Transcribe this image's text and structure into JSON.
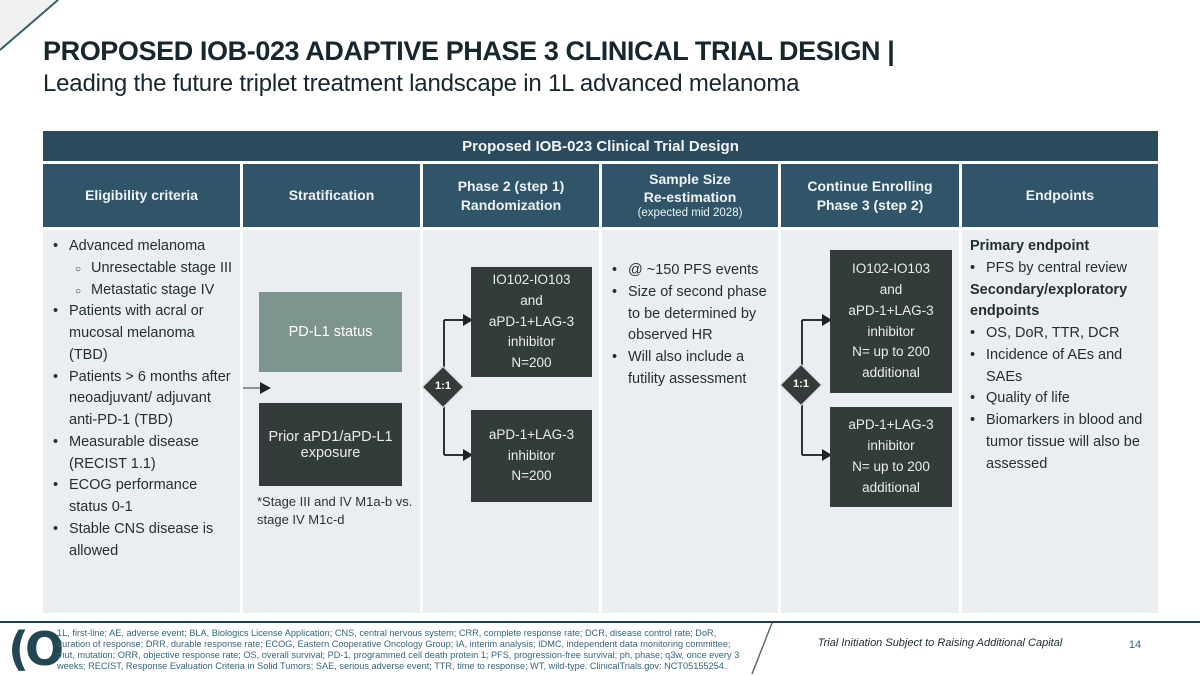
{
  "slide": {
    "title": "PROPOSED IOB-023 ADAPTIVE PHASE 3 CLINICAL TRIAL DESIGN |",
    "subtitle": "Leading the future triplet treatment landscape in 1L advanced melanoma"
  },
  "table": {
    "title": "Proposed IOB-023 Clinical Trial Design",
    "headers": {
      "eligibility": "Eligibility criteria",
      "stratification": "Stratification",
      "randomization": "Phase 2 (step 1)\nRandomization",
      "ssr_main": "Sample Size\nRe-estimation",
      "ssr_sub": "(expected mid 2028)",
      "phase3": "Continue Enrolling\nPhase 3 (step 2)",
      "endpoints": "Endpoints"
    }
  },
  "eligibility": {
    "items": [
      "Advanced melanoma",
      "Unresectable stage III",
      "Metastatic stage IV",
      "Patients with acral or mucosal melanoma (TBD)",
      "Patients > 6 months after neoadjuvant/ adjuvant anti-PD-1 (TBD)",
      "Measurable disease (RECIST 1.1)",
      "ECOG performance status 0-1",
      "Stable CNS disease is allowed"
    ]
  },
  "stratification": {
    "box1": "PD-L1 status",
    "box2": "Prior aPD1/aPD-L1 exposure",
    "footnote": "*Stage III and IV M1a-b vs. stage IV M1c-d"
  },
  "randomization": {
    "ratio": "1:1",
    "arm1": "IO102-IO103\nand\naPD-1+LAG-3\ninhibitor\nN=200",
    "arm2": "aPD-1+LAG-3\ninhibitor\nN=200"
  },
  "sample_size": {
    "items": [
      "@ ~150 PFS events",
      "Size of second phase to be determined by observed HR",
      "Will also include a futility assessment"
    ]
  },
  "phase3": {
    "ratio": "1:1",
    "arm1": "IO102-IO103\nand\naPD-1+LAG-3\ninhibitor\nN= up to 200\nadditional",
    "arm2": "aPD-1+LAG-3\ninhibitor\nN= up to 200\nadditional"
  },
  "endpoints": {
    "heading1": "Primary endpoint",
    "items1": [
      "PFS by central review"
    ],
    "heading2": "Secondary/exploratory endpoints",
    "items2": [
      "OS, DoR, TTR, DCR",
      "Incidence of AEs and SAEs",
      "Quality of life",
      "Biomarkers in blood and tumor tissue  will also be assessed"
    ]
  },
  "footer": {
    "logo_text": "(O",
    "abbreviations": [
      "1L, first-line; AE, adverse event; BLA, Biologics License Application; CNS, central nervous system; CRR, complete response rate; DCR, disease control rate; DoR,",
      "duration of response; DRR, durable response rate; ECOG, Eastern Cooperative Oncology Group; IA, interim analysis; IDMC, independent data monitoring committee;",
      "mut, mutation; ORR, objective response rate; OS, overall survival; PD-1, programmed cell death protein 1; PFS, progression-free survival; ph, phase; q3w, once every 3",
      "weeks; RECIST, Response Evaluation Criteria in Solid Tumors; SAE, serious adverse event; TTR, time to response; WT, wild-type. ClinicalTrials.gov: NCT05155254."
    ],
    "note": "Trial Initiation Subject to Raising Additional Capital",
    "page_number": "14"
  },
  "colors": {
    "title_bar": "#2B4A5C",
    "header_cell": "#305468",
    "cell_bg": "#EBEEF0",
    "sage_box": "#7E948E",
    "charcoal_box": "#333B3B",
    "footnote_text": "#33657A"
  }
}
